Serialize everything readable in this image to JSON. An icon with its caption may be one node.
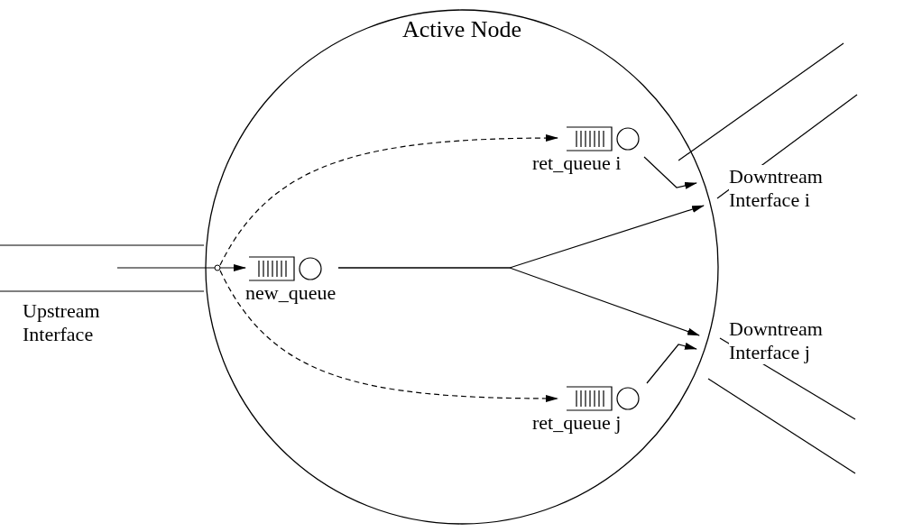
{
  "diagram": {
    "nodes": [
      {
        "text": [
          "Active Node"
        ]
      },
      {
        "text": [
          "Upstream Interface"
        ]
      },
      {
        "text": [
          "new_queue"
        ],
        "in": 0
      },
      {
        "text": [
          "ret_queue i"
        ],
        "in": 0
      },
      {
        "text": [
          "ret_queue j"
        ],
        "in": 0
      },
      {
        "text": [
          "Downtream Interface i"
        ]
      },
      {
        "text": [
          "Downtream Interface j"
        ]
      },
      {
        "text": [],
        "shape": "circle",
        "in": 0
      }
    ],
    "edges": [
      {
        "from": 1,
        "to": 2,
        "arrow": "to"
      },
      {
        "from": 7,
        "to": 3,
        "arrow": "to",
        "style": "dashed"
      },
      {
        "from": 7,
        "to": 4,
        "arrow": "to",
        "style": "dashed"
      },
      {
        "from": 2,
        "to": 5,
        "arrow": "to"
      },
      {
        "from": 2,
        "to": 6,
        "arrow": "to"
      },
      {
        "from": 3,
        "to": 5,
        "arrow": "to"
      },
      {
        "from": 4,
        "to": 6,
        "arrow": "to"
      }
    ]
  }
}
